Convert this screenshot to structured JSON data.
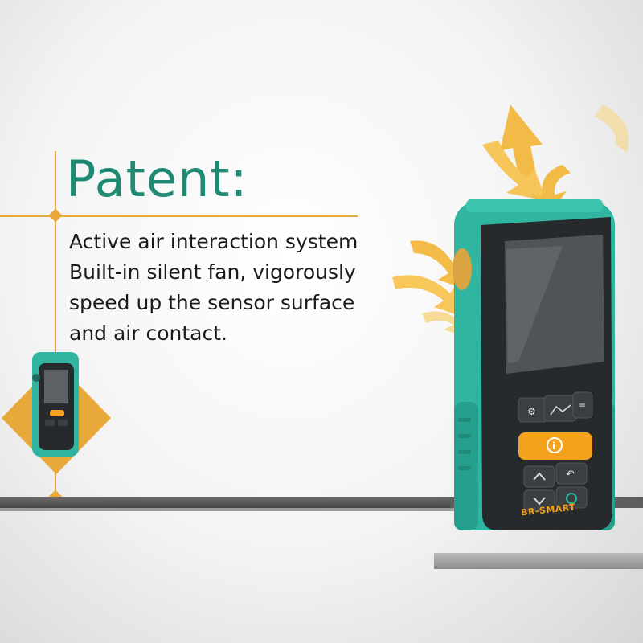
{
  "heading": "Patent:",
  "description_lines": [
    "Active air interaction system",
    "Built-in silent fan, vigorously",
    "speed up the sensor surface",
    "and air contact."
  ],
  "device_brand": "BR-SMART",
  "colors": {
    "heading_teal": "#1f8a74",
    "accent_gold": "#e8a93a",
    "device_teal": "#2fb5a0",
    "device_dark": "#262a2c",
    "button_orange": "#f4a11d"
  },
  "icons": [
    "air-flow-arrows-icon",
    "power-icon",
    "info-icon",
    "chevron-up-icon",
    "chevron-down-icon",
    "back-icon",
    "chart-icon",
    "settings-icon",
    "menu-icon"
  ]
}
